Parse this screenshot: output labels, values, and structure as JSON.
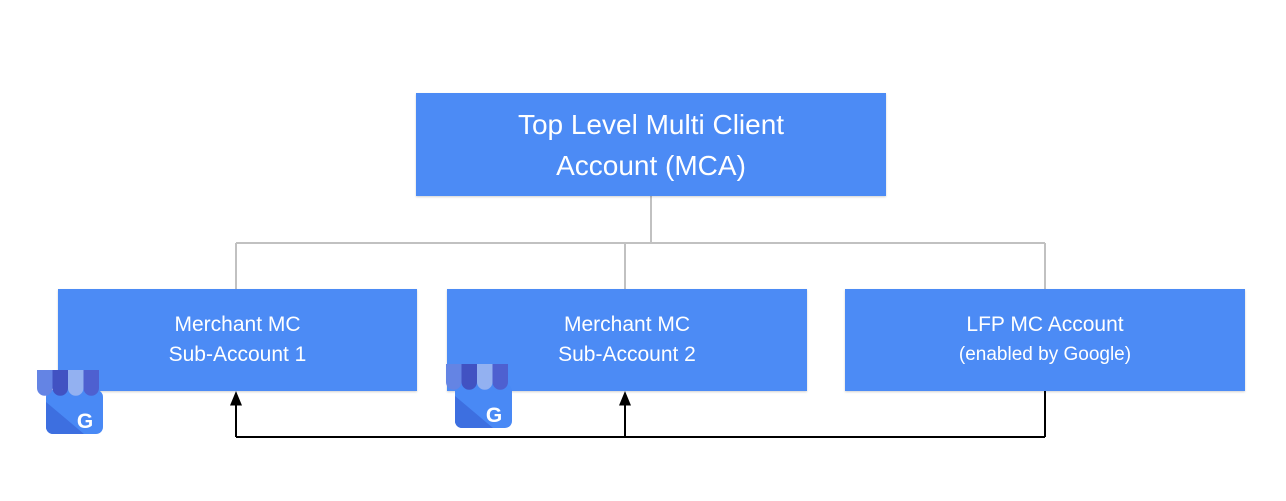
{
  "colors": {
    "background": "#FFFFFF",
    "box_fill": "#4C8BF5",
    "box_text": "#FFFFFF",
    "tree_line": "#C1C1C1",
    "flow_line": "#000000"
  },
  "nodes": {
    "root": {
      "line1": "Top Level Multi Client",
      "line2": "Account (MCA)"
    },
    "merchant1": {
      "line1": "Merchant MC",
      "line2": "Sub-Account 1"
    },
    "merchant2": {
      "line1": "Merchant MC",
      "line2": "Sub-Account 2"
    },
    "lfp": {
      "line1": "LFP MC Account",
      "line2": "(enabled by Google)"
    }
  },
  "icon": {
    "name": "google-business-profile-icon",
    "letter": "G",
    "body_color": "#4989F5",
    "body_shade_color": "#3D6FE0",
    "stripe_colors": [
      "#6484E4",
      "#4152C2",
      "#93B1F1",
      "#4E60D0"
    ]
  }
}
